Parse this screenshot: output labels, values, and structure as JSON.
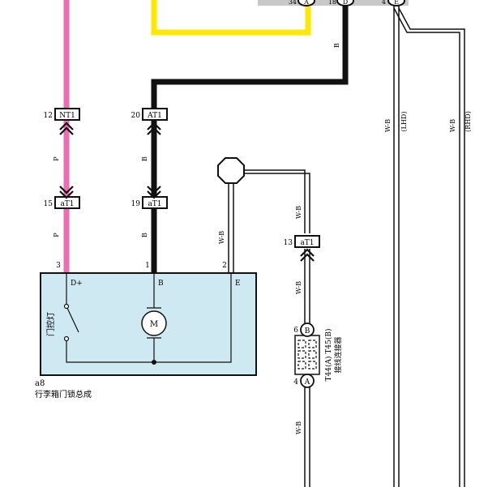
{
  "top_connector": {
    "pins": [
      "34",
      "18",
      "4"
    ],
    "letters": [
      "A",
      "D",
      "E"
    ]
  },
  "wire_labels": {
    "black_top": "B",
    "pink_left": "P",
    "black_mid": "B",
    "pink_lower": "P",
    "black_lower": "B",
    "ground_wb_1": "W-B",
    "ground_wb_2": "W-B",
    "ground_wb_3": "W-B",
    "ground_wb_4": "W-B",
    "right_wb_1": "W-B",
    "right_wb_2": "W-B",
    "lhd": "(LHD)",
    "rhd": "(RHD)"
  },
  "connectors": {
    "nt1_pin": "12",
    "nt1_name": "NT1",
    "at1_upper_pin": "20",
    "at1_upper_name": "AT1",
    "at1_left_pin": "15",
    "at1_left_name": "aT1",
    "at1_mid_pin": "19",
    "at1_mid_name": "aT1",
    "at1_right_pin": "13",
    "at1_right_name": "aT1"
  },
  "lock_assembly": {
    "pins": [
      "3",
      "1",
      "2"
    ],
    "terminals": [
      "D+",
      "B",
      "E"
    ],
    "switch_label": "门控灯",
    "motor_label": "M",
    "id": "a8",
    "name": "行李箱门锁总成"
  },
  "junction": {
    "pin_top": "6",
    "letter_top": "B",
    "pin_bottom": "4",
    "letter_bottom": "A",
    "label_line1": "T44(A) T45(B)",
    "label_line2": "接线连接器"
  },
  "colors": {
    "pink": "#ee6cb4",
    "yellow": "#ffe800",
    "black": "#111111",
    "box_fill": "#cfe9f2",
    "header_gray": "#c8c8c8"
  }
}
